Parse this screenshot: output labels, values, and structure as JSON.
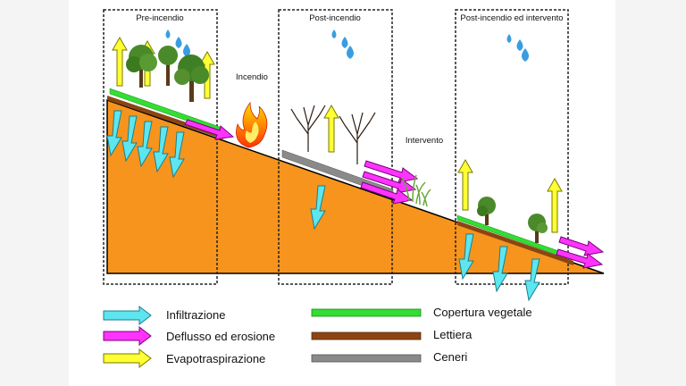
{
  "stages": [
    {
      "title": "Pre-incendio"
    },
    {
      "title": "Post-incendio"
    },
    {
      "title": "Post-incendio ed intervento"
    }
  ],
  "labels": {
    "fire": "Incendio",
    "intervention": "Intervento"
  },
  "legend": [
    {
      "label": "Infiltrazione",
      "color": "#5de6f0",
      "kind": "arrow"
    },
    {
      "label": "Deflusso ed erosione",
      "color": "#ff33ff",
      "kind": "arrow"
    },
    {
      "label": "Evapotraspirazione",
      "color": "#ffff33",
      "kind": "arrow"
    },
    {
      "label": "Copertura vegetale",
      "color": "#33dd33",
      "kind": "bar"
    },
    {
      "label": "Lettiera",
      "color": "#8b4513",
      "kind": "bar"
    },
    {
      "label": "Ceneri",
      "color": "#8a8a8a",
      "kind": "bar"
    }
  ],
  "colors": {
    "slope": "#f7941d",
    "infiltration": "#5de6f0",
    "runoff": "#ff33ff",
    "evapo": "#ffff33",
    "vegetation": "#33dd33",
    "litter": "#8b4513",
    "ash": "#8a8a8a",
    "rain": "#3a9de0"
  },
  "icons": [
    "rain-drops-icon",
    "tree-icon",
    "burnt-tree-icon",
    "fire-icon",
    "grass-icon"
  ]
}
